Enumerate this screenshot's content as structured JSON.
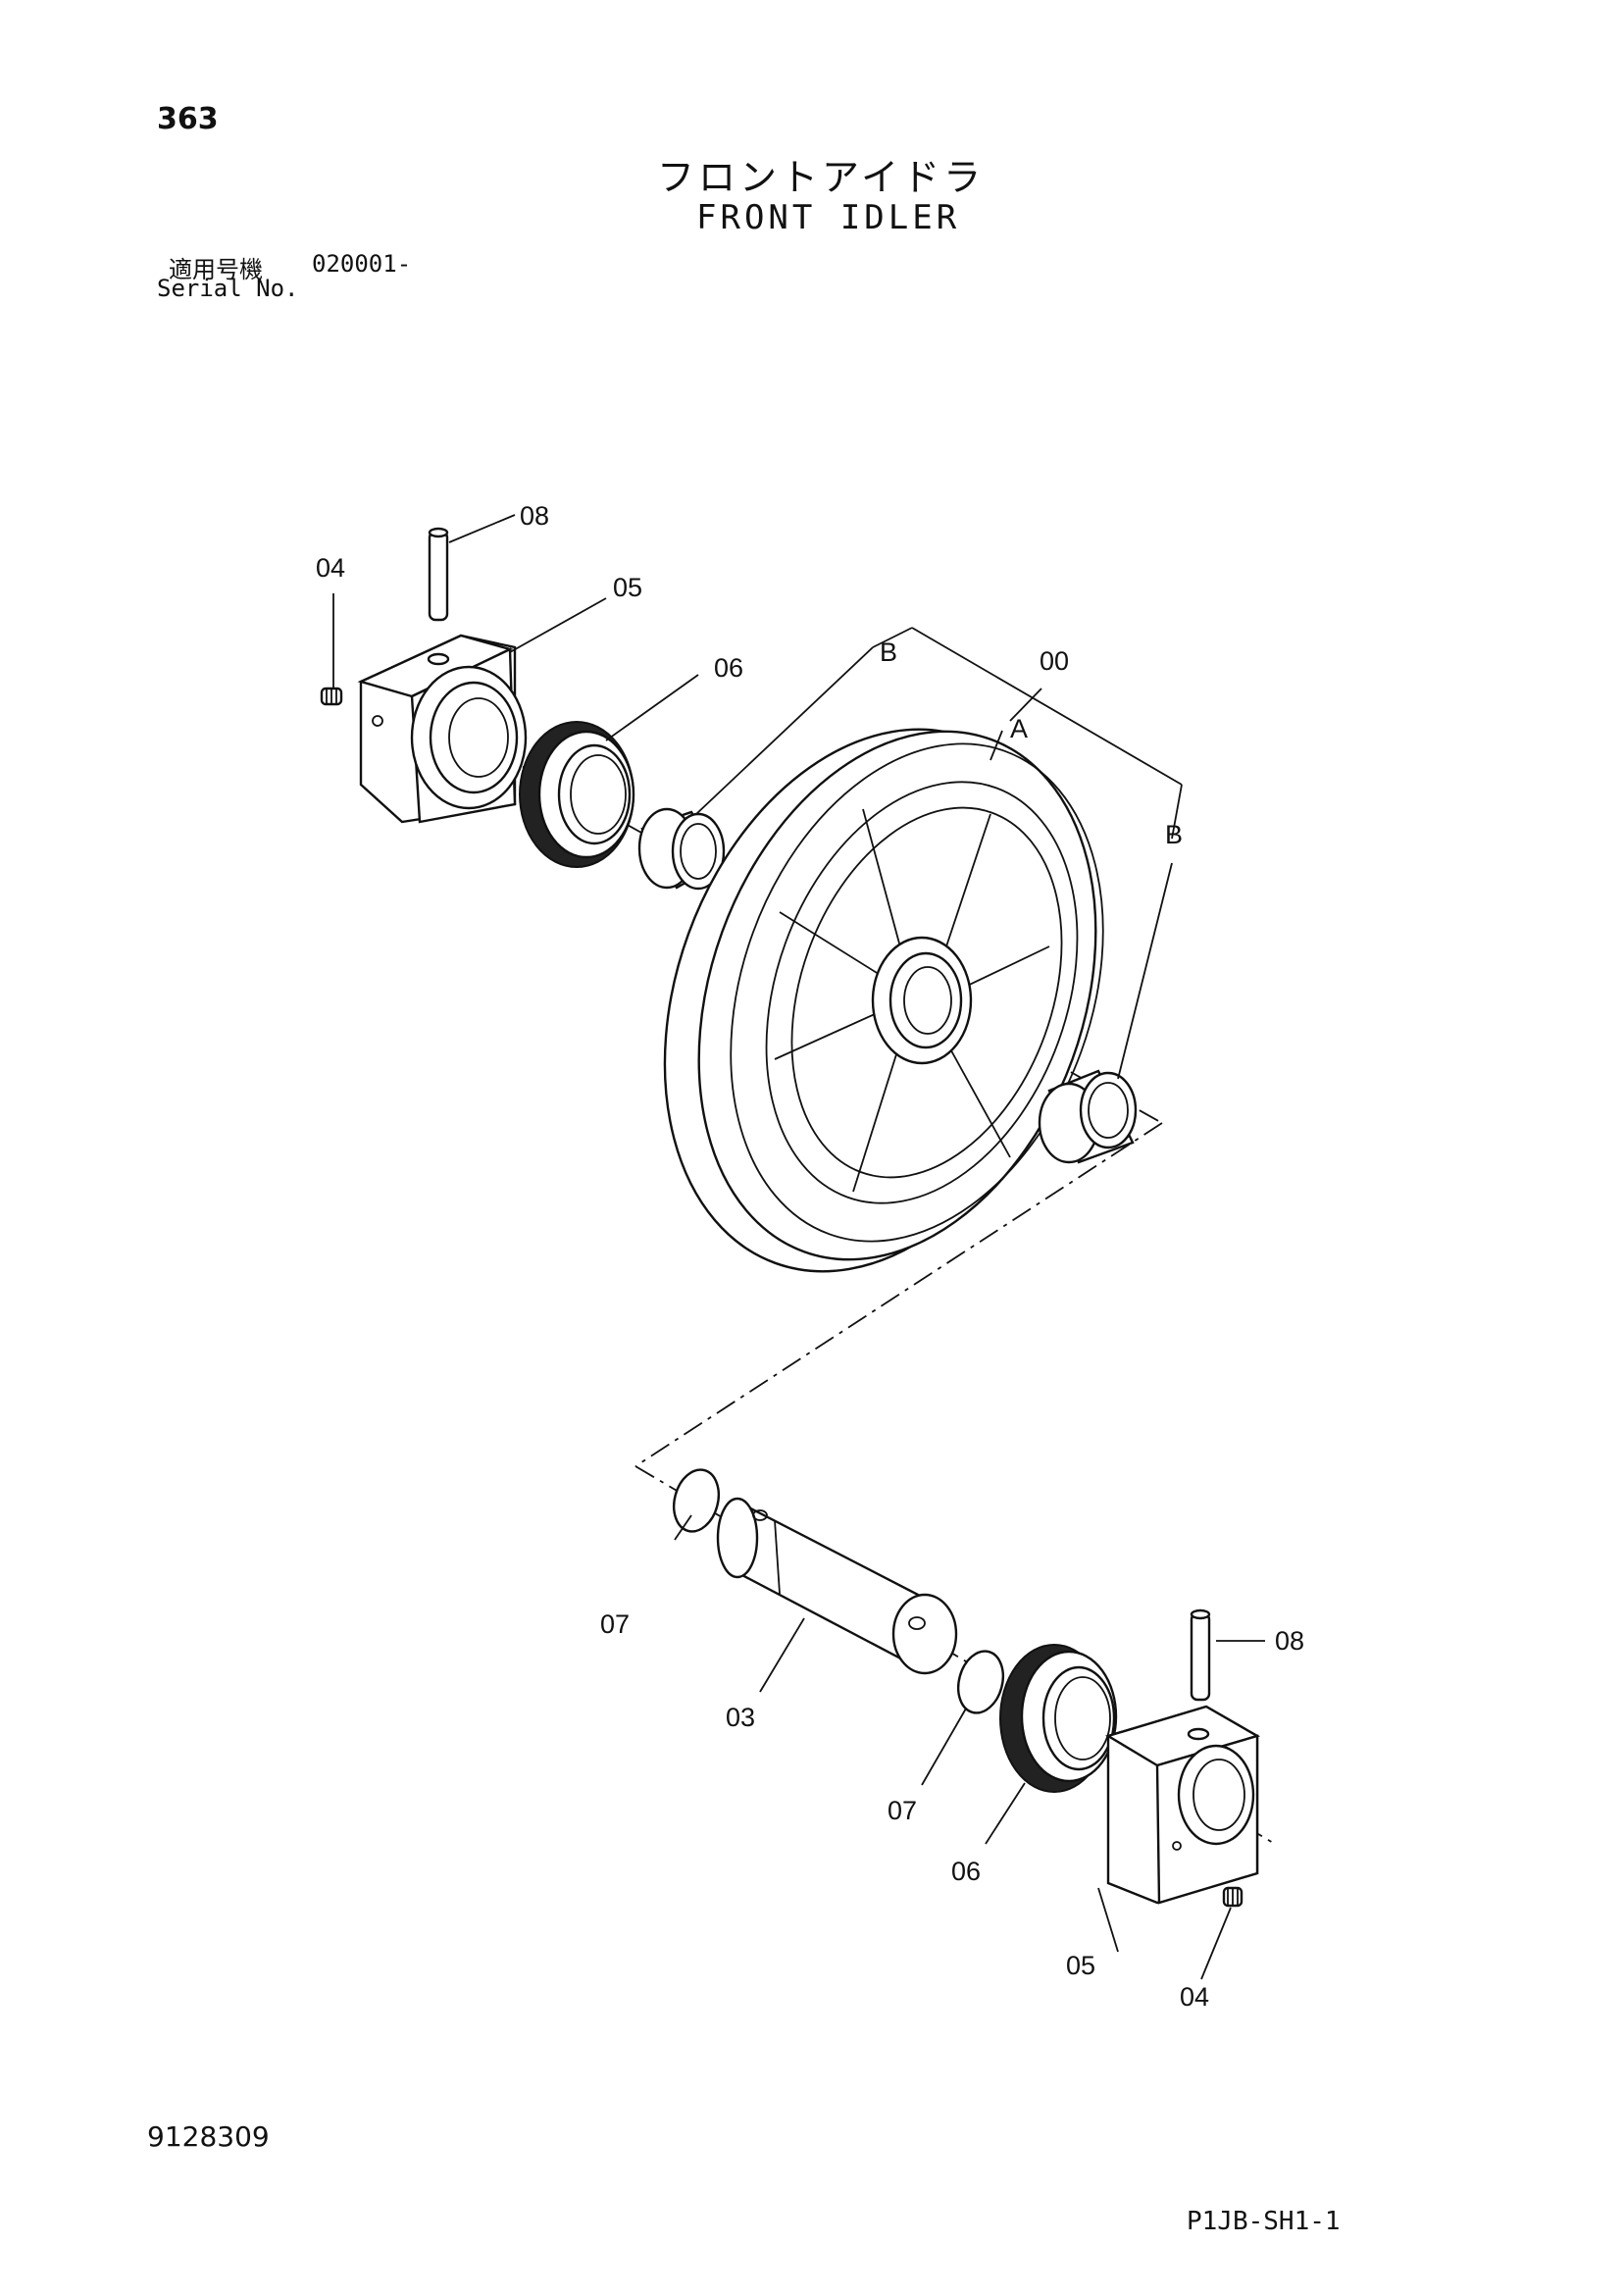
{
  "header": {
    "page_number": "363",
    "title_jp": "フロントアイドラ",
    "title_en": "FRONT IDLER",
    "serial_label_jp": "適用号機",
    "serial_value": "020001-",
    "serial_label_en": "Serial No."
  },
  "callouts": {
    "top_pin": "08",
    "top_plug": "04",
    "top_bracket": "05",
    "top_seal": "06",
    "assembly": "00",
    "ref_a": "A",
    "ref_b_top": "B",
    "ref_b_right": "B",
    "left_oring": "07",
    "shaft": "03",
    "right_oring": "07",
    "bottom_seal": "06",
    "bottom_pin": "08",
    "bottom_bracket": "05",
    "bottom_plug": "04"
  },
  "footer": {
    "doc_number": "9128309",
    "sheet_code": "P1JB-SH1-1"
  }
}
